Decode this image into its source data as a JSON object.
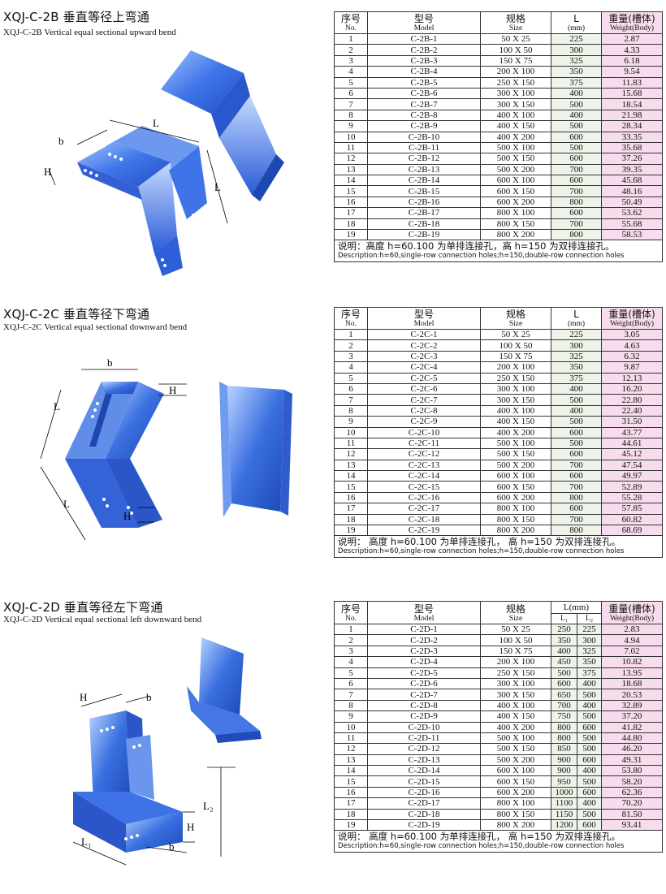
{
  "sections": [
    {
      "title_zh": "XQJ-C-2B 垂直等径上弯通",
      "title_en": "XQJ-C-2B Vertical equal sectional upward bend",
      "headers": {
        "no_zh": "序号",
        "no_en": "No.",
        "model_zh": "型号",
        "model_en": "Model",
        "size_zh": "规格",
        "size_en": "Size",
        "l_zh": "L",
        "l_en": "(mm)",
        "weight_zh": "重量(槽体)",
        "weight_en": "Weight(Body)"
      },
      "rows": [
        [
          "1",
          "C-2B-1",
          "50 X 25",
          "225",
          "2.87"
        ],
        [
          "2",
          "C-2B-2",
          "100 X 50",
          "300",
          "4.33"
        ],
        [
          "3",
          "C-2B-3",
          "150 X 75",
          "325",
          "6.18"
        ],
        [
          "4",
          "C-2B-4",
          "200 X 100",
          "350",
          "9.54"
        ],
        [
          "5",
          "C-2B-5",
          "250 X 150",
          "375",
          "11.83"
        ],
        [
          "6",
          "C-2B-6",
          "300 X 100",
          "400",
          "15.68"
        ],
        [
          "7",
          "C-2B-7",
          "300 X 150",
          "500",
          "18.54"
        ],
        [
          "8",
          "C-2B-8",
          "400 X 100",
          "400",
          "21.98"
        ],
        [
          "9",
          "C-2B-9",
          "400 X 150",
          "500",
          "28.34"
        ],
        [
          "10",
          "C-2B-10",
          "400 X 200",
          "600",
          "33.35"
        ],
        [
          "11",
          "C-2B-11",
          "500 X 100",
          "500",
          "35.68"
        ],
        [
          "12",
          "C-2B-12",
          "500 X 150",
          "600",
          "37.26"
        ],
        [
          "13",
          "C-2B-13",
          "500 X 200",
          "700",
          "39.35"
        ],
        [
          "14",
          "C-2B-14",
          "600 X 100",
          "600",
          "45.68"
        ],
        [
          "15",
          "C-2B-15",
          "600 X 150",
          "700",
          "48.16"
        ],
        [
          "16",
          "C-2B-16",
          "600 X 200",
          "800",
          "50.49"
        ],
        [
          "17",
          "C-2B-17",
          "800 X 100",
          "600",
          "53.62"
        ],
        [
          "18",
          "C-2B-18",
          "800 X 150",
          "700",
          "55.68"
        ],
        [
          "19",
          "C-2B-19",
          "800 X 200",
          "800",
          "58.53"
        ]
      ],
      "note_zh": "说明：高度 h=60.100 为单排连接孔，高 h=150 为双排连接孔。",
      "note_en": "Description:h=60,single-row connection holes;h=150,double-row connection holes",
      "dims": {
        "L": "L",
        "b": "b",
        "H": "H"
      }
    },
    {
      "title_zh": "XQJ-C-2C 垂直等径下弯通",
      "title_en": "XQJ-C-2C  Vertical equal sectional downward bend",
      "rows": [
        [
          "1",
          "C-2C-1",
          "50 X 25",
          "225",
          "3.05"
        ],
        [
          "2",
          "C-2C-2",
          "100 X 50",
          "300",
          "4.63"
        ],
        [
          "3",
          "C-2C-3",
          "150 X 75",
          "325",
          "6.32"
        ],
        [
          "4",
          "C-2C-4",
          "200 X 100",
          "350",
          "9.87"
        ],
        [
          "5",
          "C-2C-5",
          "250 X 150",
          "375",
          "12.13"
        ],
        [
          "6",
          "C-2C-6",
          "300 X 100",
          "400",
          "16.20"
        ],
        [
          "7",
          "C-2C-7",
          "300 X 150",
          "500",
          "22.80"
        ],
        [
          "8",
          "C-2C-8",
          "400 X 100",
          "400",
          "22.40"
        ],
        [
          "9",
          "C-2C-9",
          "400 X 150",
          "500",
          "31.50"
        ],
        [
          "10",
          "C-2C-10",
          "400 X 200",
          "600",
          "43.77"
        ],
        [
          "11",
          "C-2C-11",
          "500 X 100",
          "500",
          "44.61"
        ],
        [
          "12",
          "C-2C-12",
          "500 X 150",
          "600",
          "45.12"
        ],
        [
          "13",
          "C-2C-13",
          "500 X 200",
          "700",
          "47.54"
        ],
        [
          "14",
          "C-2C-14",
          "600 X 100",
          "600",
          "49.97"
        ],
        [
          "15",
          "C-2C-15",
          "600 X 150",
          "700",
          "52.89"
        ],
        [
          "16",
          "C-2C-16",
          "600 X 200",
          "800",
          "55.28"
        ],
        [
          "17",
          "C-2C-17",
          "800 X 100",
          "600",
          "57.85"
        ],
        [
          "18",
          "C-2C-18",
          "800 X 150",
          "700",
          "60.82"
        ],
        [
          "19",
          "C-2C-19",
          "800 X 200",
          "800",
          "68.69"
        ]
      ],
      "note_zh": "说明：  高度 h=60.100 为单排连接孔，  高 h=150 为双排连接孔。",
      "note_en": "Description:h=60,single-row connection holes;h=150,double-row connection holes"
    },
    {
      "title_zh": "XQJ-C-2D 垂直等径左下弯通",
      "title_en": "XQJ-C-2D Vertical equal sectional left downward bend",
      "headers": {
        "l_zh": "L(mm)",
        "l1": "L₁",
        "l2": "L₂"
      },
      "rows": [
        [
          "1",
          "C-2D-1",
          "50 X 25",
          "250",
          "225",
          "2.83"
        ],
        [
          "2",
          "C-2D-2",
          "100 X 50",
          "350",
          "300",
          "4.94"
        ],
        [
          "3",
          "C-2D-3",
          "150 X 75",
          "400",
          "325",
          "7.02"
        ],
        [
          "4",
          "C-2D-4",
          "200 X 100",
          "450",
          "350",
          "10.82"
        ],
        [
          "5",
          "C-2D-5",
          "250 X 150",
          "500",
          "375",
          "13.95"
        ],
        [
          "6",
          "C-2D-6",
          "300 X 100",
          "600",
          "400",
          "18.68"
        ],
        [
          "7",
          "C-2D-7",
          "300 X 150",
          "650",
          "500",
          "20.53"
        ],
        [
          "8",
          "C-2D-8",
          "400 X 100",
          "700",
          "400",
          "32.89"
        ],
        [
          "9",
          "C-2D-9",
          "400 X 150",
          "750",
          "500",
          "37.20"
        ],
        [
          "10",
          "C-2D-10",
          "400 X 200",
          "800",
          "600",
          "41.82"
        ],
        [
          "11",
          "C-2D-11",
          "500 X 100",
          "800",
          "500",
          "44.80"
        ],
        [
          "12",
          "C-2D-12",
          "500 X 150",
          "850",
          "500",
          "46.20"
        ],
        [
          "13",
          "C-2D-13",
          "500 X 200",
          "900",
          "600",
          "49.31"
        ],
        [
          "14",
          "C-2D-14",
          "600 X 100",
          "900",
          "400",
          "53.80"
        ],
        [
          "15",
          "C-2D-15",
          "600 X 150",
          "950",
          "500",
          "58.20"
        ],
        [
          "16",
          "C-2D-16",
          "600 X 200",
          "1000",
          "600",
          "62.36"
        ],
        [
          "17",
          "C-2D-17",
          "800 X 100",
          "1100",
          "400",
          "70.20"
        ],
        [
          "18",
          "C-2D-18",
          "800 X 150",
          "1150",
          "500",
          "81.50"
        ],
        [
          "19",
          "C-2D-19",
          "800 X 200",
          "1200",
          "600",
          "93.41"
        ]
      ],
      "note_zh": "说明：  高度 h=60.100 为单排连接孔，  高 h=150 为双排连接孔。",
      "note_en": "Description:h=60,single-row connection holes;h=150,double-row connection holes",
      "dims": {
        "L1": "L₁",
        "L2": "L₂"
      }
    }
  ],
  "colors": {
    "metal": "#3a6fe0",
    "metal_light": "#9ec4ff",
    "weight_bg": "#f6dcec"
  }
}
